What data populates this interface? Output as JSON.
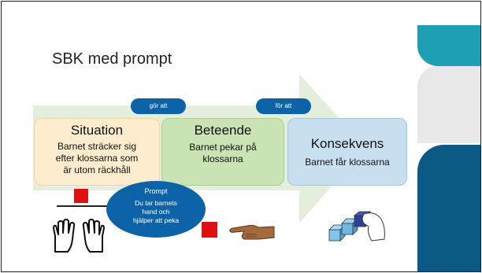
{
  "title": "SBK med prompt",
  "connectors": {
    "gor_att": "gör att",
    "for_att": "för att"
  },
  "boxes": {
    "situation": {
      "title": "Situation",
      "lines": [
        "Barnet sträcker sig",
        "efter klossarna som",
        "är utom räckhåll"
      ]
    },
    "beteende": {
      "title": "Beteende",
      "lines": [
        "Barnet pekar på",
        "klossarna"
      ]
    },
    "konsekvens": {
      "title": "Konsekvens",
      "lines": [
        "Barnet får klossarna"
      ]
    }
  },
  "prompt": {
    "title": "Prompt",
    "lines": [
      "Du tar barnets",
      "hand och",
      "hjälper att peka"
    ]
  },
  "colors": {
    "teal": "#1f9fb4",
    "navy": "#0b5a86",
    "pill_blue": "#0d63a8",
    "arrow_green": "#e3efdc",
    "situation_bg": "#fdeccd",
    "beteende_bg": "#c9e3b5",
    "konsekvens_bg": "#c8dff0"
  },
  "icons": [
    "hands-raised-icon",
    "red-block-on-shelf-icon",
    "red-block-icon",
    "pointing-hand-icon",
    "hand-holding-blocks-icon"
  ]
}
